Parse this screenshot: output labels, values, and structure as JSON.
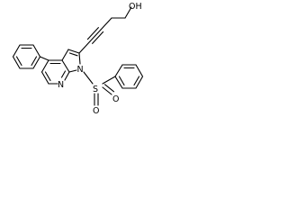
{
  "structure": {
    "atoms": {
      "hydroxyl": "OH",
      "ring_nitrogen": "N",
      "pyrrole_nitrogen": "N",
      "sulfur": "S",
      "sulfonyl_oxygen_1": "O",
      "sulfonyl_oxygen_2": "O"
    }
  },
  "colors": {
    "bond": "#000000",
    "background": "#ffffff"
  }
}
